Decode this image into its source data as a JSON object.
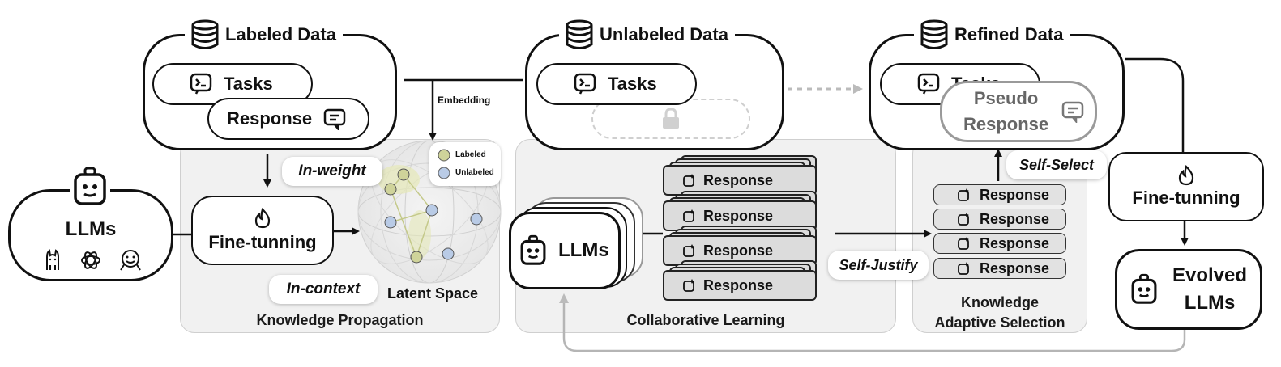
{
  "labeled_data": {
    "title": "Labeled Data",
    "tasks": "Tasks",
    "response": "Response"
  },
  "unlabeled_data": {
    "title": "Unlabeled Data",
    "tasks": "Tasks"
  },
  "refined_data": {
    "title": "Refined Data",
    "tasks": "Tasks",
    "pseudo_line1": "Pseudo",
    "pseudo_line2": "Response"
  },
  "llms_source": {
    "label": "LLMs"
  },
  "knowledge_propagation": {
    "panel_label": "Knowledge Propagation",
    "in_weight": "In-weight",
    "in_context": "In-context",
    "fine_tuning": "Fine-tunning",
    "latent_space": "Latent Space",
    "embedding": "Embedding",
    "legend_labeled": "Labeled",
    "legend_unlabeled": "Unlabeled"
  },
  "collaborative_learning": {
    "panel_label": "Collaborative Learning",
    "llms": "LLMs",
    "responses": [
      "Response",
      "Response",
      "Response",
      "Response"
    ],
    "self_justify": "Self-Justify"
  },
  "knowledge_adaptive_selection": {
    "panel_label_line1": "Knowledge",
    "panel_label_line2": "Adaptive Selection",
    "responses": [
      "Response",
      "Response",
      "Response",
      "Response"
    ],
    "self_select": "Self-Select"
  },
  "final_fine_tuning": {
    "label": "Fine-tunning"
  },
  "evolved": {
    "line1": "Evolved",
    "line2": "LLMs"
  },
  "colors": {
    "labeled_node": "#cfd39a",
    "unlabeled_node": "#b9cbe6",
    "panel_bg": "#f1f1f1",
    "stroke": "#111111"
  }
}
